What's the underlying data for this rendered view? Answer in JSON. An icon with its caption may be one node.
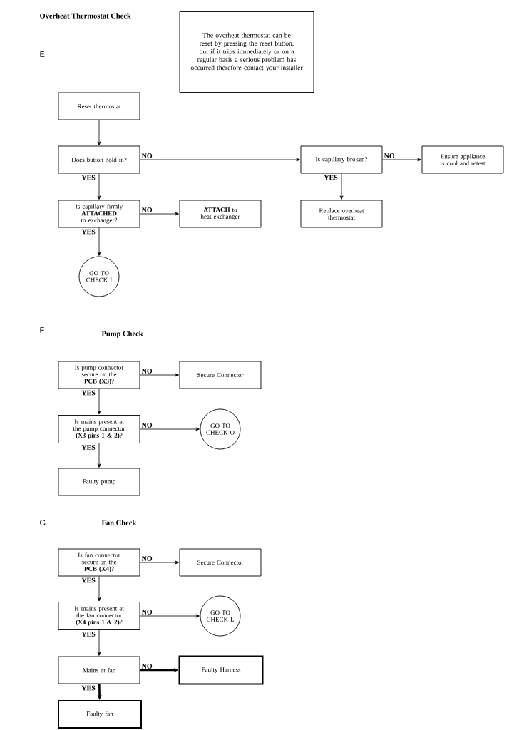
{
  "diagram": {
    "title": "Overheat Thermostat Check",
    "nodes": [
      {
        "text": [
          "The overheat thermostat can be reset by pressing the reset button, but if it trips immediately or on a regular basis a serious problem has occurred therefore contact your installer"
        ]
      },
      {
        "text": [
          "Reset thermostat"
        ]
      },
      {
        "text": [
          "Does button hold in?"
        ]
      },
      {
        "text": [
          "Is capillary broken?"
        ]
      },
      {
        "text": [
          "Ensure appliance is cool and retest"
        ]
      },
      {
        "text": [
          "Is capillary firmly **ATTACHED** to exchanger?"
        ]
      },
      {
        "text": [
          "**ATTACH** to heat exchanger"
        ]
      },
      {
        "text": [
          "Replace overheat thermostat"
        ]
      },
      {
        "text": [
          "GO TO CHECK I"
        ]
      },
      {
        "text": [
          "Is pump connector secure on the **PCB (X3)**?"
        ]
      },
      {
        "text": [
          "Secure Connector"
        ]
      },
      {
        "text": [
          "Is mains present at the pump connector **(X3 pins 1 & 2)**?"
        ]
      },
      {
        "text": [
          "GO TO CHECK O"
        ]
      },
      {
        "text": [
          "Faulty pump"
        ]
      },
      {
        "text": [
          "Is fan connector secure on the **PCB (X4)**?"
        ]
      },
      {
        "text": [
          "Secure Connector"
        ]
      },
      {
        "text": [
          "Is mains present at the fan connector **(X4 pins 1 & 2)**?"
        ]
      },
      {
        "text": [
          "GO TO CHECK L"
        ]
      },
      {
        "text": [
          "Mains at fan"
        ]
      },
      {
        "text": [
          "Faulty Harness"
        ]
      },
      {
        "text": [
          "Faulty fan"
        ]
      }
    ],
    "edges": [
      {
        "from": 1,
        "to": 2,
        "arrow": "to"
      },
      {
        "from": 2,
        "to": 3,
        "arrow": "to",
        "label": "NO"
      },
      {
        "from": 3,
        "to": 4,
        "arrow": "to",
        "label": "NO"
      },
      {
        "from": 3,
        "to": 7,
        "arrow": "to",
        "label": "YES"
      },
      {
        "from": 2,
        "to": 5,
        "arrow": "to",
        "label": "YES"
      },
      {
        "from": 5,
        "to": 6,
        "arrow": "to",
        "label": "NO"
      },
      {
        "from": 5,
        "to": 8,
        "arrow": "to",
        "label": "YES"
      },
      {
        "from": 9,
        "to": 10,
        "arrow": "to",
        "label": "NO"
      },
      {
        "from": 9,
        "to": 11,
        "arrow": "to",
        "label": "YES"
      },
      {
        "from": 11,
        "to": 12,
        "arrow": "to",
        "label": "NO"
      },
      {
        "from": 11,
        "to": 13,
        "arrow": "to",
        "label": "YES"
      },
      {
        "from": 14,
        "to": 15,
        "arrow": "to",
        "label": "NO"
      },
      {
        "from": 14,
        "to": 16,
        "arrow": "to",
        "label": "YES"
      },
      {
        "from": 16,
        "to": 17,
        "arrow": "to",
        "label": "NO"
      },
      {
        "from": 16,
        "to": 18,
        "arrow": "to",
        "label": "YES"
      },
      {
        "from": 18,
        "to": 19,
        "arrow": "to",
        "label": "NO",
        "style": "thick"
      },
      {
        "from": 18,
        "to": 20,
        "arrow": "to",
        "label": "YES",
        "style": "thick"
      }
    ],
    "labels": [
      "E",
      "F",
      "Pump Check",
      "G",
      "Fan Check"
    ]
  }
}
